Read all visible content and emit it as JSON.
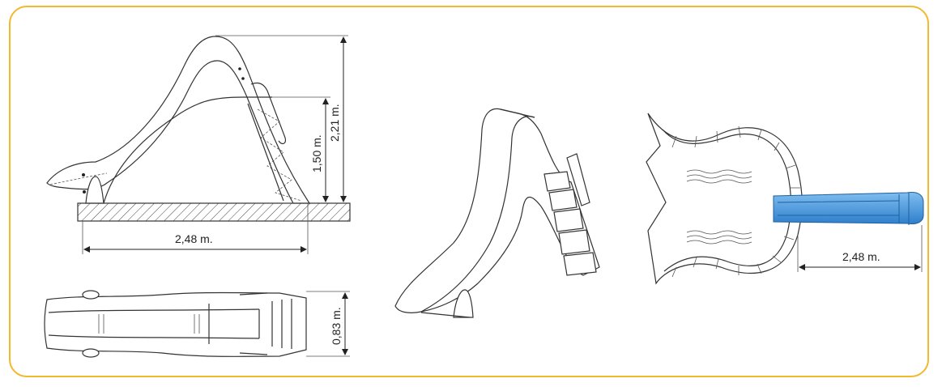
{
  "dimensions": {
    "height_total": "2,21 m.",
    "height_platform": "1,50 m.",
    "length_side": "2,48 m.",
    "width_top": "0,83 m.",
    "length_plan": "2,48 m."
  },
  "colors": {
    "frame": "#f2b82e",
    "slide_blue": "#3f8fd8",
    "line": "#333333"
  }
}
